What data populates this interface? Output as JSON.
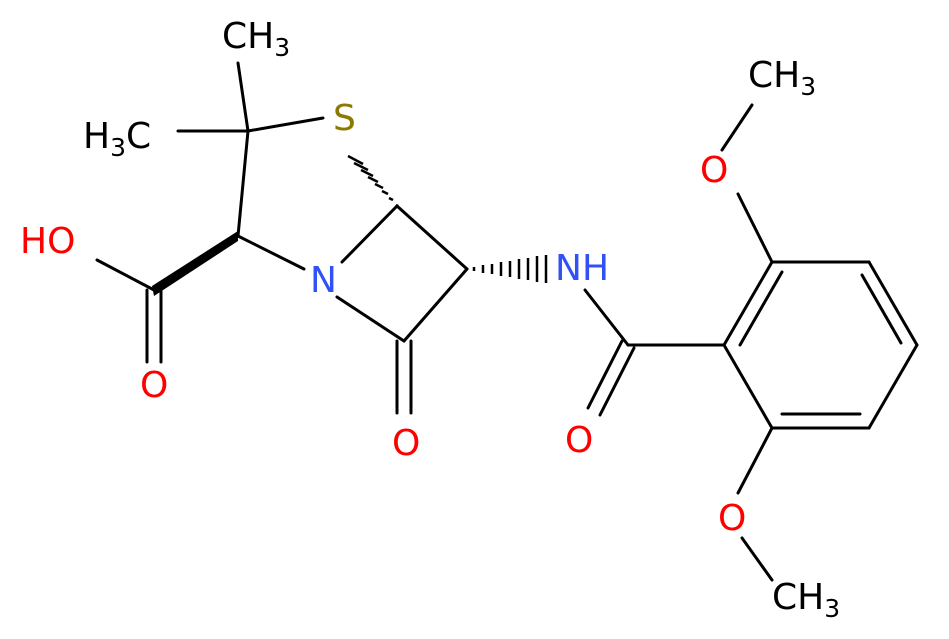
{
  "molecule": {
    "colors": {
      "bond": "#000000",
      "carbon": "#000000",
      "oxygen": "#ff0000",
      "nitrogen": "#3050f8",
      "sulfur": "#8c7a00"
    },
    "atoms": {
      "sulfur": "S",
      "n_ring": "N",
      "n_amide_main": "N",
      "n_amide_h": "H",
      "o_hydroxyl_h": "H",
      "o_hydroxyl": "O",
      "o_carboxyl_carbonyl": "O",
      "o_lactam": "O",
      "o_amide": "O",
      "o_methoxy_top": "O",
      "o_methoxy_bottom": "O"
    },
    "methyl_top": {
      "main": "CH",
      "sub": "3"
    },
    "methyl_left": {
      "main": "H",
      "sub": "3",
      "tail": "C"
    },
    "methoxy_top_methyl": {
      "main": "CH",
      "sub": "3"
    },
    "methoxy_bottom_methyl": {
      "main": "CH",
      "sub": "3"
    }
  }
}
